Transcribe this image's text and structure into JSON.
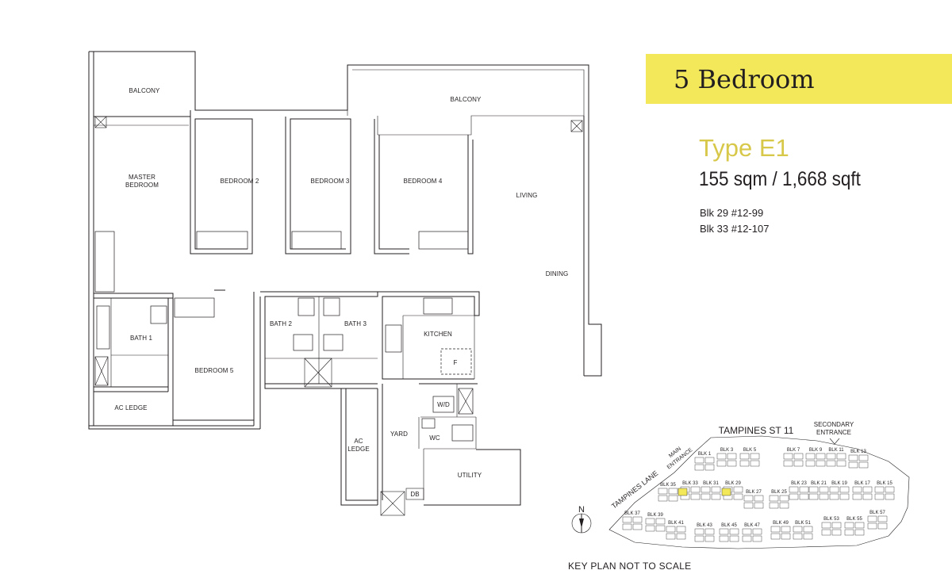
{
  "header": {
    "title": "5 Bedroom",
    "unit_type": "Type E1",
    "area": "155 sqm / 1,668 sqft",
    "units": [
      "Blk 29  #12-99",
      "Blk 33  #12-107"
    ]
  },
  "rooms": {
    "balcony_left": "BALCONY",
    "balcony_right": "BALCONY",
    "master_line1": "MASTER",
    "master_line2": "BEDROOM",
    "bedroom2": "BEDROOM 2",
    "bedroom3": "BEDROOM 3",
    "bedroom4": "BEDROOM 4",
    "living": "LIVING",
    "dining": "DINING",
    "bath1": "BATH 1",
    "bath2": "BATH 2",
    "bath3": "BATH 3",
    "kitchen": "KITCHEN",
    "fridge": "F",
    "bedroom5": "BEDROOM 5",
    "ac_ledge_left": "AC LEDGE",
    "ac_ledge_mid_line1": "AC",
    "ac_ledge_mid_line2": "LEDGE",
    "yard": "YARD",
    "wd": "W/D",
    "wc": "WC",
    "utility": "UTILITY",
    "db": "DB"
  },
  "key_plan": {
    "street": "TAMPINES ST 11",
    "lane": "TAMPINES LANE",
    "main_entrance_line1": "MAIN",
    "main_entrance_line2": "ENTRANCE",
    "secondary_entrance_line1": "SECONDARY",
    "secondary_entrance_line2": "ENTRANCE",
    "north": "N",
    "note": "KEY PLAN NOT TO SCALE",
    "highlight_color": "#f2e85a",
    "blocks": [
      "BLK 1",
      "BLK 3",
      "BLK 5",
      "BLK 7",
      "BLK 9",
      "BLK 11",
      "BLK 13",
      "BLK 35",
      "BLK 33",
      "BLK 31",
      "BLK 29",
      "BLK 27",
      "BLK 25",
      "BLK 23",
      "BLK 21",
      "BLK 19",
      "BLK 17",
      "BLK 15",
      "BLK 37",
      "BLK 39",
      "BLK 41",
      "BLK 43",
      "BLK 45",
      "BLK 47",
      "BLK 49",
      "BLK 51",
      "BLK 53",
      "BLK 55",
      "BLK 57"
    ]
  }
}
